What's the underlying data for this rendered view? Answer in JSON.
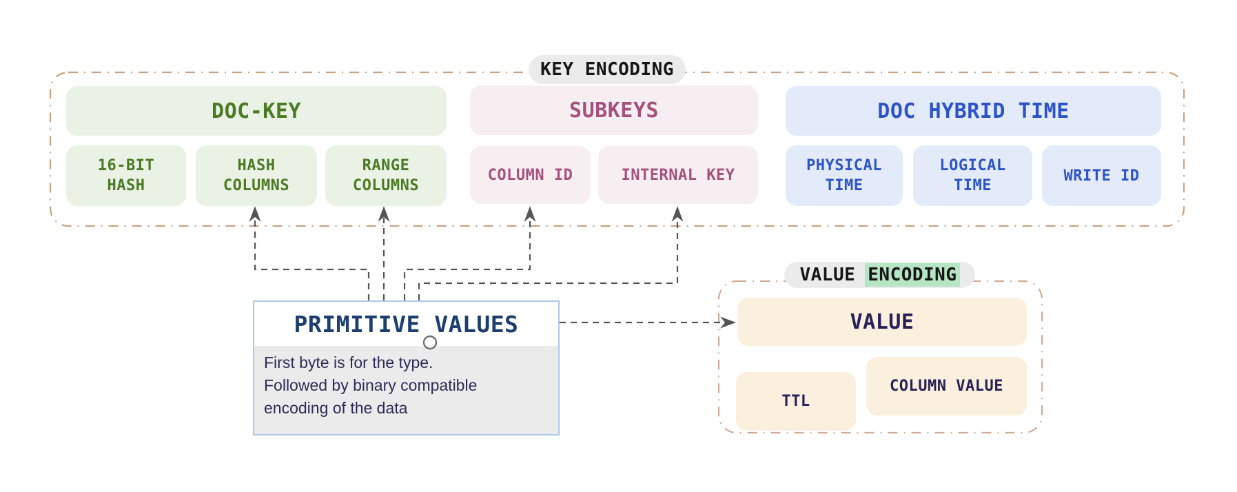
{
  "colors": {
    "tan_border": "#c9a183",
    "tan_border_value": "#cfad97",
    "green_bg": "#e9f2e4",
    "green_text": "#4a7a23",
    "pink_bg": "#f6eef1",
    "pink_text": "#a6517d",
    "blue_bg": "#e3eafa",
    "blue_text": "#2d53c8",
    "cream_bg": "#faf0dd",
    "cream_text": "#272157",
    "pill_bg": "#ebebeb",
    "pill_text": "#161616",
    "highlight": "#b6e5c3",
    "connector": "#555555",
    "primitive_border": "#adc8e8",
    "primitive_title": "#1d3e70",
    "primitive_body_bg": "#ebebeb",
    "primitive_body_text": "#2f2a58"
  },
  "key_encoding": {
    "label": "KEY ENCODING",
    "doc_key": {
      "title": "DOC-KEY",
      "items": [
        "16-BIT\nHASH",
        "HASH\nCOLUMNS",
        "RANGE\nCOLUMNS"
      ]
    },
    "subkeys": {
      "title": "SUBKEYS",
      "items": [
        "COLUMN ID",
        "INTERNAL KEY"
      ]
    },
    "doc_hybrid_time": {
      "title": "DOC HYBRID TIME",
      "items": [
        "PHYSICAL\nTIME",
        "LOGICAL\nTIME",
        "WRITE ID"
      ]
    }
  },
  "primitive_values": {
    "title": "PRIMITIVE VALUES",
    "description": "First byte is for the type.\nFollowed by binary compatible\nencoding of the data"
  },
  "value_encoding": {
    "label": {
      "plain": "VALUE",
      "highlight": "ENCODING"
    },
    "value_title": "VALUE",
    "items": [
      "TTL",
      "COLUMN VALUE"
    ]
  }
}
